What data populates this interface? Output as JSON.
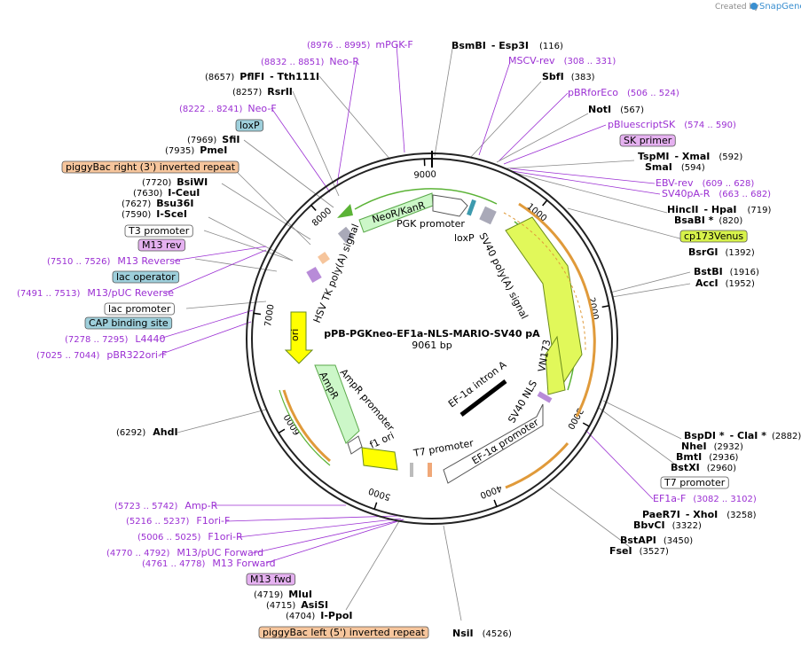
{
  "credit": {
    "prefix": "Created by",
    "brand": "SnapGene"
  },
  "plasmid": {
    "name": "pPB-PGKneo-EF1a-NLS-MARIO-SV40 pA",
    "size_label": "9061 bp",
    "length": 9061
  },
  "colors": {
    "enzyme": "#000000",
    "primer": "#9b2fd3",
    "ring": "#222222"
  },
  "ticks": [
    "1000",
    "2000",
    "3000",
    "4000",
    "5000",
    "6000",
    "7000",
    "8000",
    "9000"
  ],
  "sites": [
    {
      "id": "bsmbi",
      "name": "BsmBI",
      "name2": "Esp3I",
      "pos": "(116)"
    },
    {
      "id": "sbfi",
      "name": "SbfI",
      "pos": "(383)"
    },
    {
      "id": "noti",
      "name": "NotI",
      "pos": "(567)"
    },
    {
      "id": "tspmi",
      "name": "TspMI",
      "name2": "XmaI",
      "pos": "(592)"
    },
    {
      "id": "smai",
      "name": "SmaI",
      "pos": "(594)"
    },
    {
      "id": "hincii",
      "name": "HincII",
      "name2": "HpaI",
      "pos": "(719)"
    },
    {
      "id": "bsabi",
      "name": "BsaBI *",
      "pos": "(820)"
    },
    {
      "id": "bsrgi",
      "name": "BsrGI",
      "pos": "(1392)"
    },
    {
      "id": "bstbi",
      "name": "BstBI",
      "pos": "(1916)"
    },
    {
      "id": "acci",
      "name": "AccI",
      "pos": "(1952)"
    },
    {
      "id": "bspdi",
      "name": "BspDI *",
      "name2": "ClaI *",
      "pos": "(2882)"
    },
    {
      "id": "nhei",
      "name": "NheI",
      "pos": "(2932)"
    },
    {
      "id": "bmti",
      "name": "BmtI",
      "pos": "(2936)"
    },
    {
      "id": "bstxi",
      "name": "BstXI",
      "pos": "(2960)"
    },
    {
      "id": "paer7i",
      "name": "PaeR7I",
      "name2": "XhoI",
      "pos": "(3258)"
    },
    {
      "id": "bbvci",
      "name": "BbvCI",
      "pos": "(3322)"
    },
    {
      "id": "bstapi",
      "name": "BstAPI",
      "pos": "(3450)"
    },
    {
      "id": "fsei",
      "name": "FseI",
      "pos": "(3527)"
    },
    {
      "id": "nsii",
      "name": "NsiI",
      "pos": "(4526)"
    },
    {
      "id": "i-ppoi",
      "name": "I-PpoI",
      "pos": "(4704)"
    },
    {
      "id": "asisi",
      "name": "AsiSI",
      "pos": "(4715)"
    },
    {
      "id": "mlui",
      "name": "MluI",
      "pos": "(4719)"
    },
    {
      "id": "ahdi",
      "name": "AhdI",
      "pos": "(6292)"
    },
    {
      "id": "i-scei",
      "name": "I-SceI",
      "pos": "(7590)"
    },
    {
      "id": "bsu36i",
      "name": "Bsu36I",
      "pos": "(7627)"
    },
    {
      "id": "i-ceui",
      "name": "I-CeuI",
      "pos": "(7630)"
    },
    {
      "id": "bsiwi",
      "name": "BsiWI",
      "pos": "(7720)"
    },
    {
      "id": "pmei",
      "name": "PmeI",
      "pos": "(7935)"
    },
    {
      "id": "sfii",
      "name": "SfiI",
      "pos": "(7969)"
    },
    {
      "id": "rsrii",
      "name": "RsrII",
      "pos": "(8257)"
    },
    {
      "id": "pflfi",
      "name": "PflFI",
      "name2": "Tth111I",
      "pos": "(8657)"
    }
  ],
  "primers": [
    {
      "id": "mpgk-f",
      "name": "mPGK-F",
      "pos": "(8976 .. 8995)"
    },
    {
      "id": "neo-r",
      "name": "Neo-R",
      "pos": "(8832 .. 8851)"
    },
    {
      "id": "neo-f",
      "name": "Neo-F",
      "pos": "(8222 .. 8241)"
    },
    {
      "id": "mscv-rev",
      "name": "MSCV-rev",
      "pos": "(308 .. 331)"
    },
    {
      "id": "pbrforeco",
      "name": "pBRforEco",
      "pos": "(506 .. 524)"
    },
    {
      "id": "pbluescriptsk",
      "name": "pBluescriptSK",
      "pos": "(574 .. 590)"
    },
    {
      "id": "ebv-rev",
      "name": "EBV-rev",
      "pos": "(609 .. 628)"
    },
    {
      "id": "sv40pa-r",
      "name": "SV40pA-R",
      "pos": "(663 .. 682)"
    },
    {
      "id": "m13-reverse",
      "name": "M13 Reverse",
      "pos": "(7510 .. 7526)"
    },
    {
      "id": "m13-puc-reverse",
      "name": "M13/pUC Reverse",
      "pos": "(7491 .. 7513)"
    },
    {
      "id": "l4440",
      "name": "L4440",
      "pos": "(7278 .. 7295)"
    },
    {
      "id": "pbr322ori-f",
      "name": "pBR322ori-F",
      "pos": "(7025 .. 7044)"
    },
    {
      "id": "ef1a-f",
      "name": "EF1a-F",
      "pos": "(3082 .. 3102)"
    },
    {
      "id": "amp-r",
      "name": "Amp-R",
      "pos": "(5723 .. 5742)"
    },
    {
      "id": "f1ori-f",
      "name": "F1ori-F",
      "pos": "(5216 .. 5237)"
    },
    {
      "id": "f1ori-r",
      "name": "F1ori-R",
      "pos": "(5006 .. 5025)"
    },
    {
      "id": "m13-puc-forward",
      "name": "M13/pUC Forward",
      "pos": "(4770 .. 4792)"
    },
    {
      "id": "m13-forward",
      "name": "M13 Forward",
      "pos": "(4761 .. 4778)"
    }
  ],
  "boxes": [
    {
      "id": "loxp",
      "name": "loxP",
      "fill": "#9ecfdb"
    },
    {
      "id": "piggybac-right",
      "name": "piggyBac right (3') inverted repeat",
      "fill": "#f6c59c"
    },
    {
      "id": "sk-primer",
      "name": "SK primer",
      "fill": "#e5b1f0"
    },
    {
      "id": "cp173venus",
      "name": "cp173Venus",
      "fill": "#d7f24a"
    },
    {
      "id": "t3-promoter",
      "name": "T3 promoter",
      "fill": "#ffffff"
    },
    {
      "id": "m13-rev",
      "name": "M13 rev",
      "fill": "#e5b1f0"
    },
    {
      "id": "lac-operator",
      "name": "lac operator",
      "fill": "#9ecfdb"
    },
    {
      "id": "lac-promoter",
      "name": "lac promoter",
      "fill": "#ffffff"
    },
    {
      "id": "cap-binding-site",
      "name": "CAP binding site",
      "fill": "#9ecfdb"
    },
    {
      "id": "t7-promoter-box",
      "name": "T7 promoter",
      "fill": "#ffffff"
    },
    {
      "id": "m13-fwd",
      "name": "M13 fwd",
      "fill": "#e5b1f0"
    },
    {
      "id": "piggybac-left",
      "name": "piggyBac left (5') inverted repeat",
      "fill": "#f6c59c"
    }
  ],
  "features": {
    "pgk_promoter": "PGK promoter",
    "neor_kanr": "NeoR/KanR",
    "hsv_tk": "HSV TK poly(A) signal",
    "sv40_polya": "SV40 poly(A) signal",
    "loxp": "loxP",
    "ori": "ori",
    "ampr": "AmpR",
    "ampr_promoter": "AmpR promoter",
    "f1_ori": "f1 ori",
    "t7_promoter": "T7 promoter",
    "ef1a_promoter": "EF-1α promoter",
    "ef1a_intron": "EF-1α intron A",
    "sv40_nls": "SV40 NLS",
    "vn173": "VN173"
  }
}
